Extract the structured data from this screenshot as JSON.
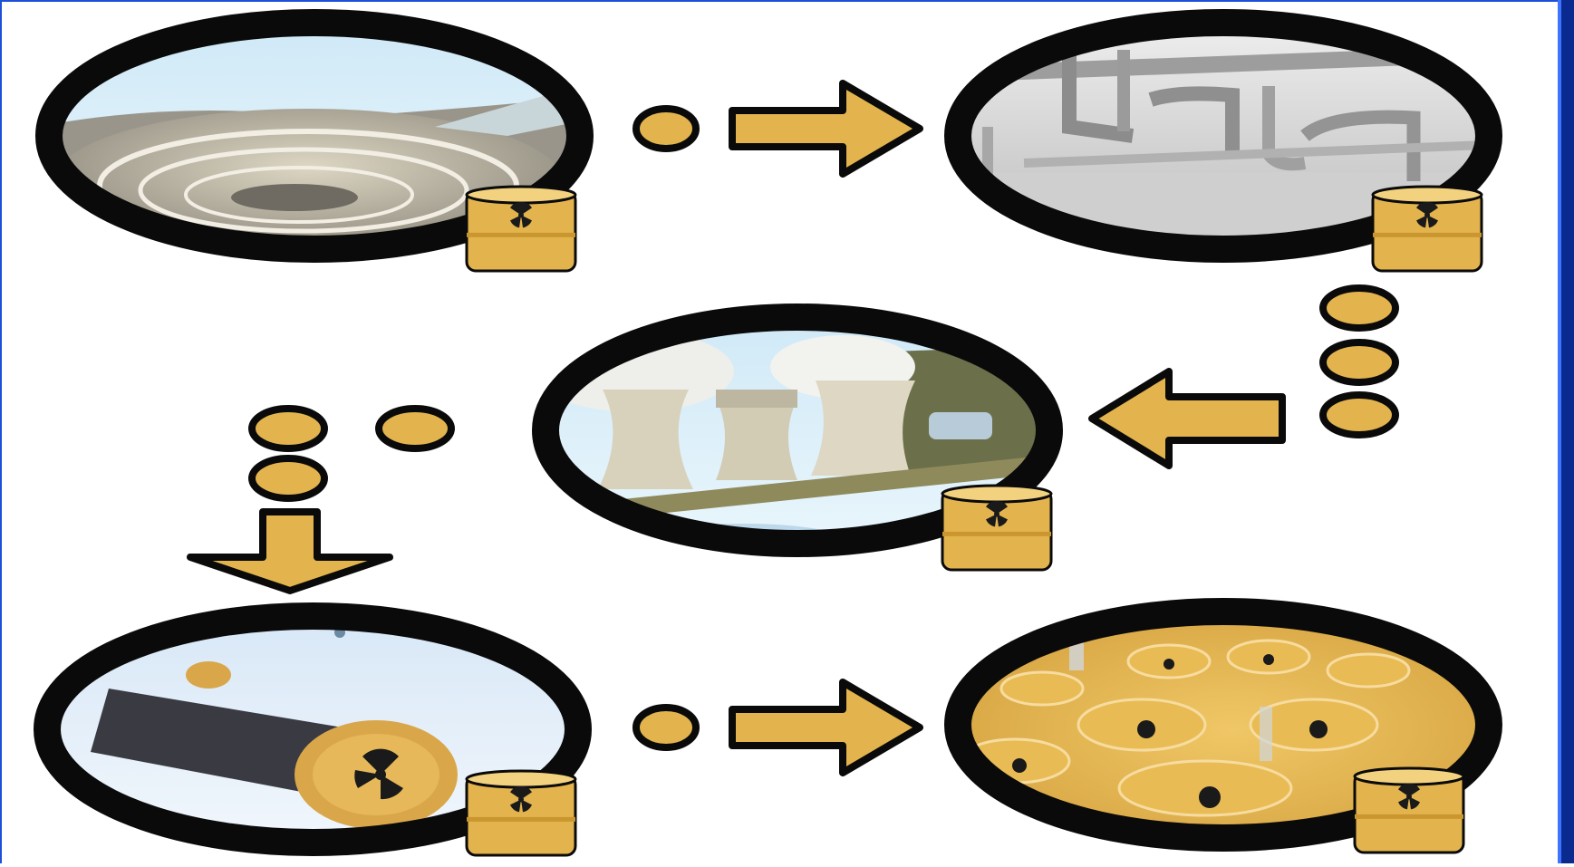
{
  "colors": {
    "background": "#ffffff",
    "frame": "#1e4fd8",
    "frame_dark": "#0b2a8f",
    "ring": "#0a0a0a",
    "barrel": "#e3b44e",
    "barrel_shade": "#c9962f",
    "barrel_band": "#f3d27f",
    "connector": "#e3b44e",
    "radiation_symbol": "#1a1a1a"
  },
  "stages": [
    {
      "name": "open-pit-mine",
      "scene": "mine-landscape"
    },
    {
      "name": "processing-plant",
      "scene": "industrial-pipes"
    },
    {
      "name": "nuclear-power-plant",
      "scene": "cooling-towers"
    },
    {
      "name": "underground-storage",
      "scene": "fuel-cask-tunnel"
    },
    {
      "name": "waste-storage",
      "scene": "stacked-waste-barrels"
    }
  ],
  "icons": {
    "barrel": "radioactive-barrel-icon",
    "arrow": "arrow-icon",
    "dot": "connector-dot-icon"
  }
}
